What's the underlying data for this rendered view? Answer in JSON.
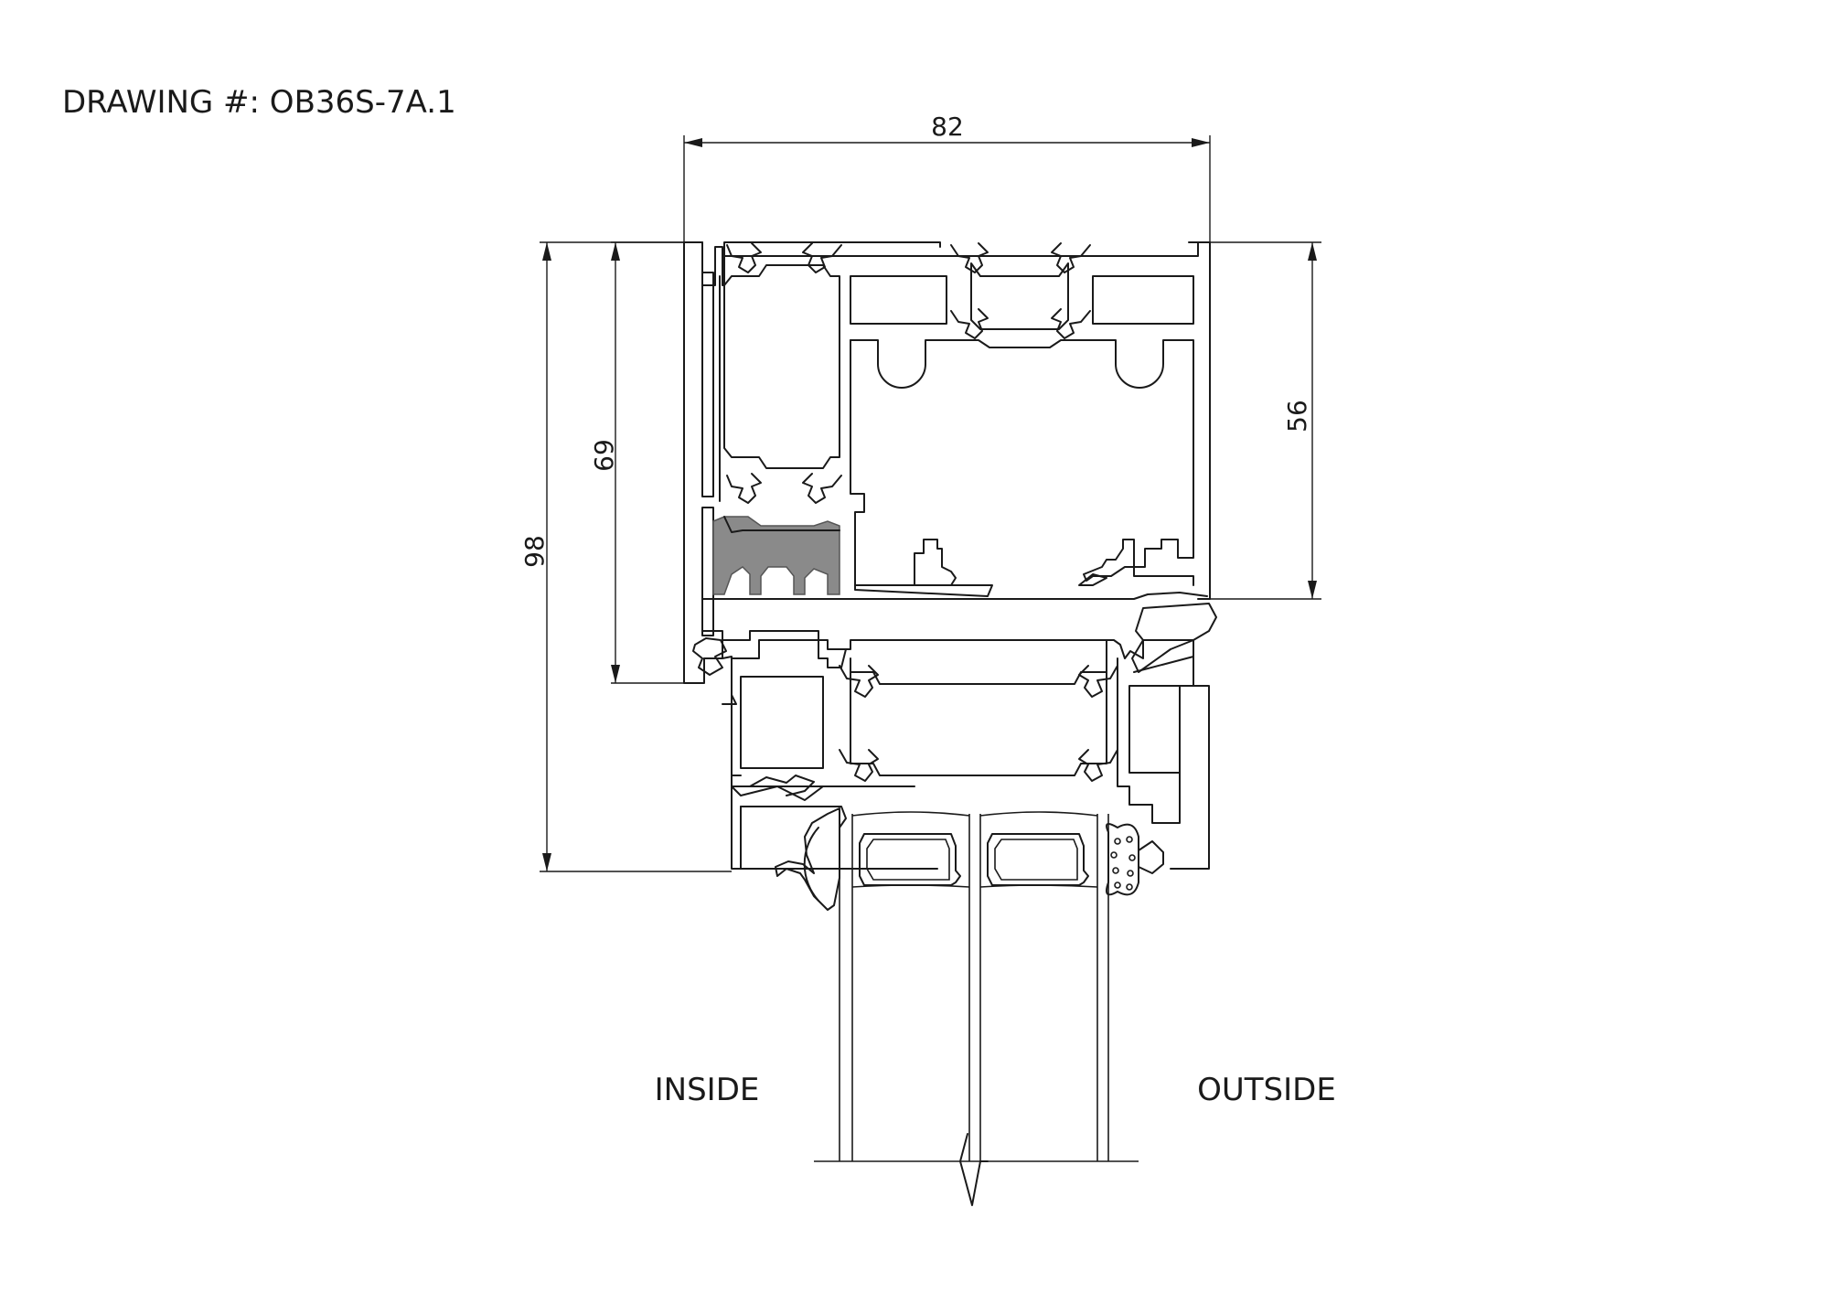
{
  "drawing_number": "DRAWING #: OB36S-7A.1",
  "dimensions": {
    "overall_width": "82",
    "overall_height": "98",
    "sash_height": "69",
    "frame_height": "56"
  },
  "labels": {
    "inside": "INSIDE",
    "outside": "OUTSIDE"
  },
  "colors": {
    "line": "#1a1a1a",
    "gasket_fill": "#8a8a8a"
  }
}
